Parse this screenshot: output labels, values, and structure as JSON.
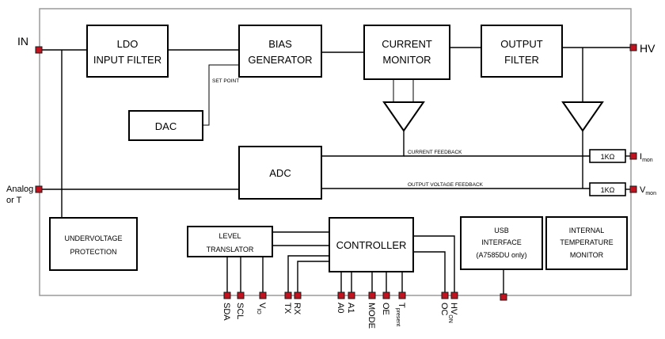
{
  "blocks": {
    "ldo": [
      "LDO",
      "INPUT FILTER"
    ],
    "bias": [
      "BIAS",
      "GENERATOR"
    ],
    "current_monitor": [
      "CURRENT",
      "MONITOR"
    ],
    "output_filter": [
      "OUTPUT",
      "FILTER"
    ],
    "dac": "DAC",
    "adc": "ADC",
    "undervoltage": [
      "UNDERVOLTAGE",
      "PROTECTION"
    ],
    "level_translator": [
      "LEVEL",
      "TRANSLATOR"
    ],
    "controller": "CONTROLLER",
    "usb": [
      "USB",
      "INTERFACE",
      "(A7585DU only)"
    ],
    "internal_temp": [
      "INTERNAL",
      "TEMPERATURE",
      "MONITOR"
    ],
    "resistor": "1KΩ"
  },
  "signals": {
    "set_point": "SET POINT",
    "current_feedback": "CURRENT FEEDBACK",
    "output_voltage_feedback": "OUTPUT VOLTAGE FEEDBACK"
  },
  "pins_side": {
    "in": "IN",
    "hv": "HV",
    "analog_t": [
      "Analog",
      "or T"
    ],
    "imon": {
      "main": "I",
      "sub": "mon"
    },
    "vmon": {
      "main": "V",
      "sub": "mon"
    }
  },
  "pins_bottom": {
    "sda": "SDA",
    "scl": "SCL",
    "vio": {
      "main": "V",
      "sub": "IO"
    },
    "tx": "TX",
    "rx": "RX",
    "a0": "A0",
    "a1": "A1",
    "mode": "MODE",
    "oe": "OE",
    "tpresent": {
      "main": "T",
      "sub": "present"
    },
    "oc": "OC",
    "hvon": {
      "main": "HV",
      "sub": "ON"
    }
  },
  "colors": {
    "pin": "#c1121f",
    "chip_outline": "#9a9a9a",
    "line": "#000000"
  }
}
